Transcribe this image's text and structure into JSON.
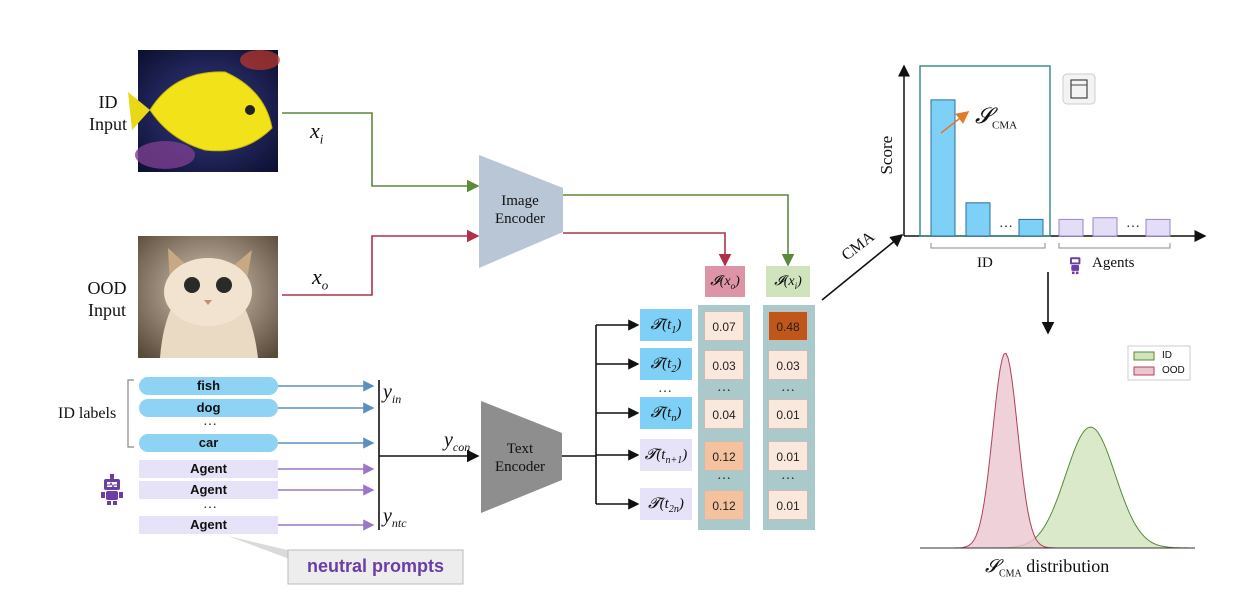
{
  "inputs": {
    "id_label": "ID Input",
    "ood_label": "OOD Input",
    "x_i": "x",
    "x_i_sub": "i",
    "x_o": "x",
    "x_o_sub": "o"
  },
  "encoders": {
    "image": "Image Encoder",
    "text": "Text Encoder"
  },
  "labels": {
    "group_label": "ID labels",
    "id_items": [
      "fish",
      "dog",
      "car"
    ],
    "agent_items": [
      "Agent",
      "Agent",
      "Agent"
    ],
    "ellipsis": "…",
    "neutral": "neutral prompts",
    "y_in": "y",
    "y_in_sub": "in",
    "y_ntc": "y",
    "y_ntc_sub": "ntc",
    "y_con": "y",
    "y_con_sub": "con"
  },
  "table": {
    "header_o": "𝓘(x",
    "header_o_sub": "o",
    "header_i": "𝓘(x",
    "header_i_sub": "i",
    "text_labels": [
      "𝓣(t",
      "𝓣(t",
      "𝓣(t",
      "𝓣(t",
      "𝓣(t"
    ],
    "text_subs": [
      "1",
      "2",
      "n",
      "n+1",
      "2n"
    ],
    "col_o": [
      "0.07",
      "0.03",
      "0.04",
      "0.12",
      "0.12"
    ],
    "col_i": [
      "0.48",
      "0.03",
      "0.01",
      "0.01",
      "0.01"
    ]
  },
  "cma_label": "CMA",
  "chart_data": [
    {
      "type": "bar",
      "ylabel": "Score",
      "annotation": "𝓢",
      "annotation_sub": "CMA",
      "groups": [
        "ID",
        "Agents"
      ],
      "id_values": [
        0.82,
        0.2,
        0.1
      ],
      "agent_values": [
        0.1,
        0.11,
        0.1
      ],
      "ellipsis": "…",
      "colors": {
        "id": "#7fd0f6",
        "agent": "#e4ddf7",
        "highlight_box": "#3d8f8a",
        "arrow": "#e07b2c"
      }
    },
    {
      "type": "area",
      "xlabel": "distribution",
      "xlabel_symbol": "𝓢",
      "xlabel_sub": "CMA",
      "series": [
        {
          "name": "ID",
          "mean": 0.62,
          "sd": 0.09,
          "peak": 0.62,
          "color": "#cfe3bd",
          "stroke": "#5a8a3a"
        },
        {
          "name": "OOD",
          "mean": 0.31,
          "sd": 0.045,
          "peak": 1.0,
          "color": "#ebc6cf",
          "stroke": "#b0405a"
        }
      ]
    }
  ]
}
